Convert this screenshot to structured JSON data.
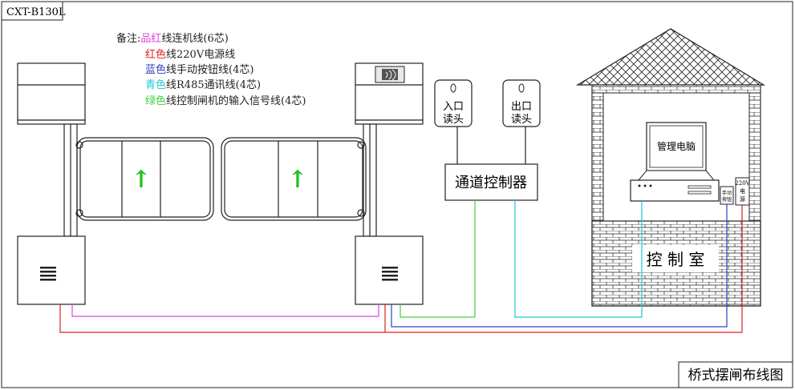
{
  "model_label": "CXT-B130L",
  "diagram_title": "桥式摆闸布线图",
  "legend": {
    "prefix": "备注:",
    "items": [
      {
        "color_word": "品红",
        "rest": "线连机线(6芯)",
        "color": "#e040e0"
      },
      {
        "color_word": "红色",
        "rest": "线220V电源线",
        "color": "#e02020"
      },
      {
        "color_word": "蓝色",
        "rest": "线手动按钮线(4芯)",
        "color": "#3040c0"
      },
      {
        "color_word": "青色",
        "rest": "线R485通讯线(4芯)",
        "color": "#20c8d8"
      },
      {
        "color_word": "绿色",
        "rest": "线控制闸机的输入信号线(4芯)",
        "color": "#40d040"
      }
    ]
  },
  "reader_in": {
    "line1": "入口",
    "line2": "读头"
  },
  "reader_out": {
    "line1": "出口",
    "line2": "读头"
  },
  "controller_label": "通道控制器",
  "computer_label": "管理电脑",
  "room_label": "控 制 室",
  "manual_button": {
    "line1": "手动",
    "line2": "按钮"
  },
  "power_box": {
    "line1": "220V",
    "line2": "电",
    "line3": "源"
  },
  "arrow_glyph": "↑",
  "colors": {
    "magenta": "#e040e0",
    "red": "#e02020",
    "blue": "#3040c0",
    "cyan": "#20c8d8",
    "green": "#40d040",
    "stroke": "#222222"
  }
}
